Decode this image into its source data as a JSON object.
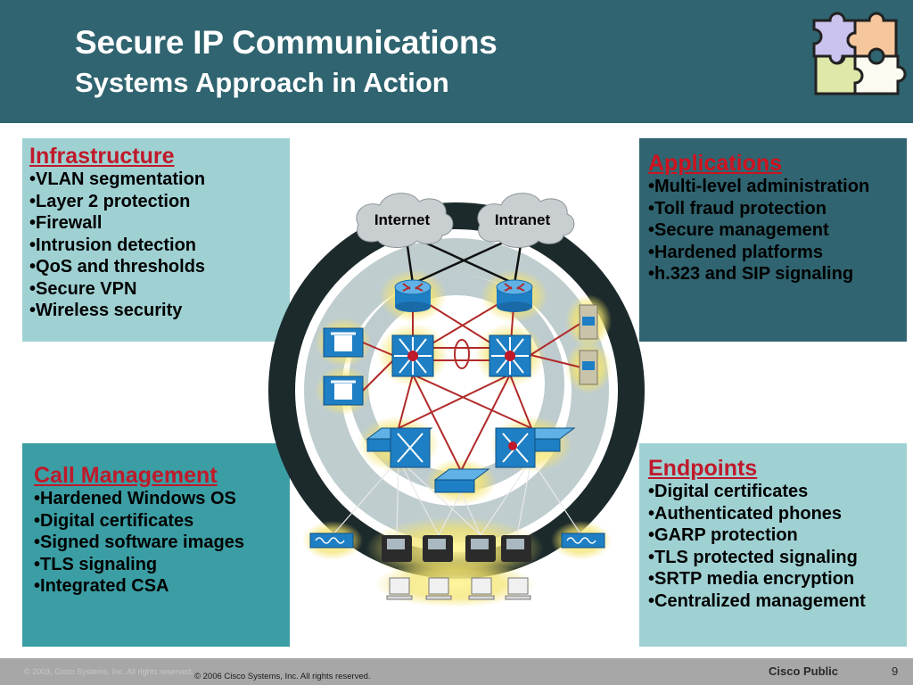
{
  "header": {
    "title": "Secure IP Communications",
    "subtitle": "Systems Approach in Action"
  },
  "boxes": {
    "infrastructure": {
      "heading": "Infrastructure",
      "items": [
        "VLAN segmentation",
        "Layer 2 protection",
        "Firewall",
        "Intrusion detection",
        "QoS and thresholds",
        "Secure VPN",
        "Wireless security"
      ]
    },
    "applications": {
      "heading": "Applications",
      "items": [
        "Multi-level administration",
        "Toll fraud protection",
        "Secure management",
        "Hardened platforms",
        "h.323 and SIP signaling"
      ]
    },
    "call_management": {
      "heading": "Call Management",
      "items": [
        "Hardened Windows OS",
        "Digital certificates",
        "Signed software images",
        "TLS signaling",
        "Integrated CSA"
      ]
    },
    "endpoints": {
      "heading": "Endpoints",
      "items": [
        "Digital certificates",
        "Authenticated phones",
        "GARP protection",
        "TLS protected signaling",
        "SRTP media encryption",
        "Centralized management"
      ]
    }
  },
  "diagram": {
    "clouds": [
      "Internet",
      "Intranet"
    ]
  },
  "footer": {
    "faint": "© 2003, Cisco Systems, Inc. All rights reserved.",
    "copyright": "© 2006 Cisco Systems, Inc. All rights reserved.",
    "classification": "Cisco Public",
    "page": "9"
  },
  "colors": {
    "header_bg": "#2f6470",
    "heading_red": "#c0192a",
    "light_box": "#9fd1d3",
    "mid_box": "#3b9ea4",
    "dark_box": "#2f6470",
    "device_blue": "#1e7fc4"
  }
}
